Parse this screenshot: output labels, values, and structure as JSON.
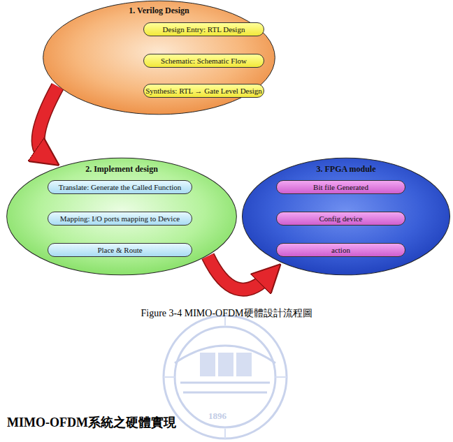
{
  "diagram": {
    "caption": "Figure 3-4 MIMO-OFDM硬體設計流程圖",
    "nodes": [
      {
        "text": [
          "1. Verilog Design"
        ]
      },
      {
        "text": [
          "Design Entry: RTL Design"
        ],
        "in": 0
      },
      {
        "text": [
          "Schematic: Schematic Flow"
        ],
        "in": 0
      },
      {
        "text": [
          "Synthesis: RTL → Gate Level Design"
        ],
        "in": 0
      },
      {
        "text": [
          "2. Implement design"
        ]
      },
      {
        "text": [
          "Translate: Generate the Called Function"
        ],
        "in": 4
      },
      {
        "text": [
          "Mapping: I/O ports mapping to Device"
        ],
        "in": 4
      },
      {
        "text": [
          "Place & Route"
        ],
        "in": 4
      },
      {
        "text": [
          "3. FPGA module"
        ]
      },
      {
        "text": [
          "Bit file Generated"
        ],
        "in": 8
      },
      {
        "text": [
          "Config device"
        ],
        "in": 8
      },
      {
        "text": [
          "action"
        ],
        "in": 8
      }
    ],
    "edges": [
      {
        "from": 0,
        "to": 4,
        "arrow": "to"
      },
      {
        "from": 4,
        "to": 8,
        "arrow": "to"
      }
    ],
    "labels": [
      "1896",
      "MIMO-OFDM系統之硬體實現"
    ]
  }
}
